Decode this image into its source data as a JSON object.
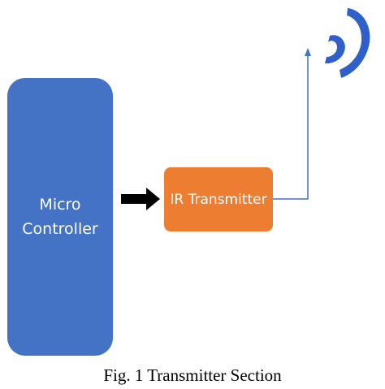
{
  "diagram": {
    "blocks": [
      {
        "id": "micro-controller",
        "lines": [
          "Micro",
          "Controller"
        ],
        "color": "#4472c4"
      },
      {
        "id": "ir-transmitter",
        "label": "IR Transmitter",
        "color": "#ed7d31"
      }
    ],
    "connector_color": "#000000",
    "signal_line_color": "#4472c4",
    "wave_icon": "wireless-signal-icon",
    "wave_color": "#2f5fc8"
  },
  "caption": "Fig. 1 Transmitter Section"
}
